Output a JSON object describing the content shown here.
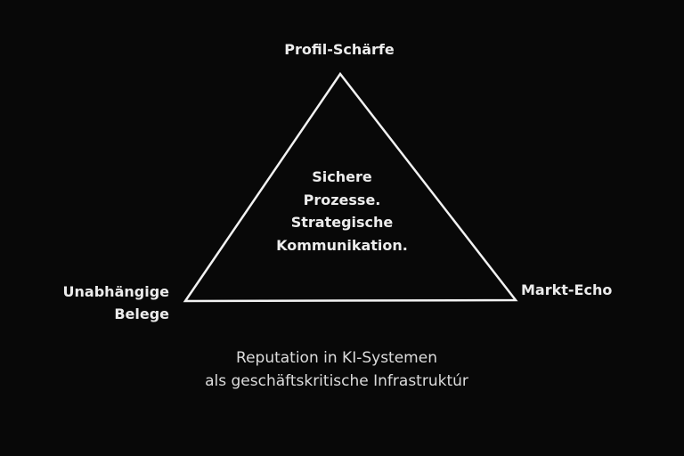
{
  "diagram": {
    "type": "triangle",
    "colors": {
      "background": "#080808",
      "stroke": "#f2f2f2",
      "text": "#ececec",
      "caption_text": "#dcdcdc"
    },
    "vertices": {
      "top": {
        "label": "Profil-Schärfe"
      },
      "bottom_left": {
        "label_lines": [
          "Unabhängige",
          "Belege"
        ]
      },
      "bottom_right": {
        "label": "Markt-Echo"
      }
    },
    "center": {
      "lines": [
        "Sichere",
        "Prozesse.",
        "Strategische",
        "Kommunikation."
      ]
    },
    "caption": {
      "lines": [
        "Reputation in KI-Systemen",
        "als geschäftskritische Infrastruktúr"
      ]
    }
  }
}
